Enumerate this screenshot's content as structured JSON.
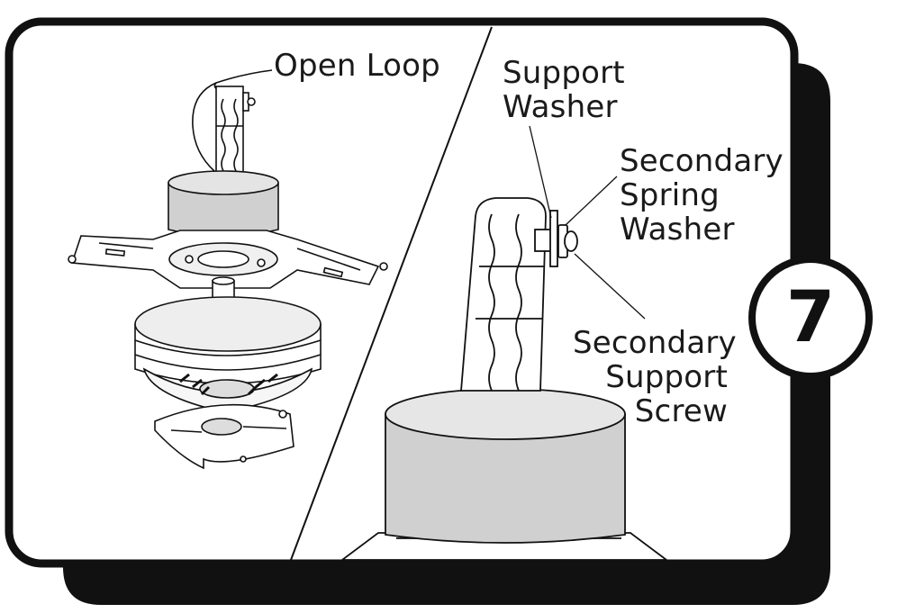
{
  "labels": {
    "open_loop": "Open Loop",
    "support_washer": [
      "Support",
      "Washer"
    ],
    "secondary_spring_washer": [
      "Secondary",
      "Spring",
      "Washer"
    ],
    "secondary_support_screw": [
      "Secondary",
      "Support",
      "Screw"
    ]
  },
  "step": "7",
  "colors": {
    "frame": "#111111",
    "shading": "#cfcfcf",
    "background": "#ffffff"
  }
}
